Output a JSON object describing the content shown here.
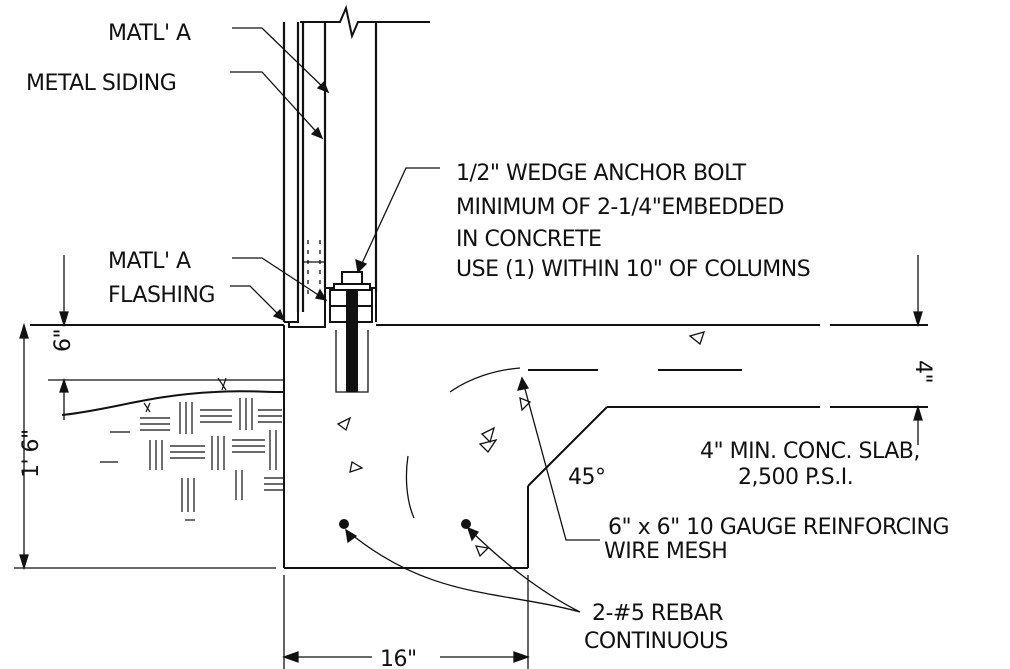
{
  "labels": {
    "matl_a_top": "MATL' A",
    "metal_siding": "METAL SIDING",
    "anchor_1": "1/2\" WEDGE ANCHOR BOLT",
    "anchor_2": "MINIMUM OF 2-1/4\"EMBEDDED",
    "anchor_3": "IN CONCRETE",
    "anchor_4": "USE (1) WITHIN 10\" OF COLUMNS",
    "matl_a_mid": "MATL' A",
    "flashing": "FLASHING",
    "slab_1": "4\" MIN. CONC. SLAB,",
    "slab_2": "2,500 P.S.I.",
    "angle": "45°",
    "mesh_1": "6\" x 6\" 10 GAUGE REINFORCING",
    "mesh_2": "WIRE MESH",
    "rebar_1": "2-#5 REBAR",
    "rebar_2": "CONTINUOUS"
  },
  "dimensions": {
    "six_inch": "6\"",
    "one_six": "1' 6\"",
    "four_inch": "4\"",
    "sixteen": "16\""
  }
}
